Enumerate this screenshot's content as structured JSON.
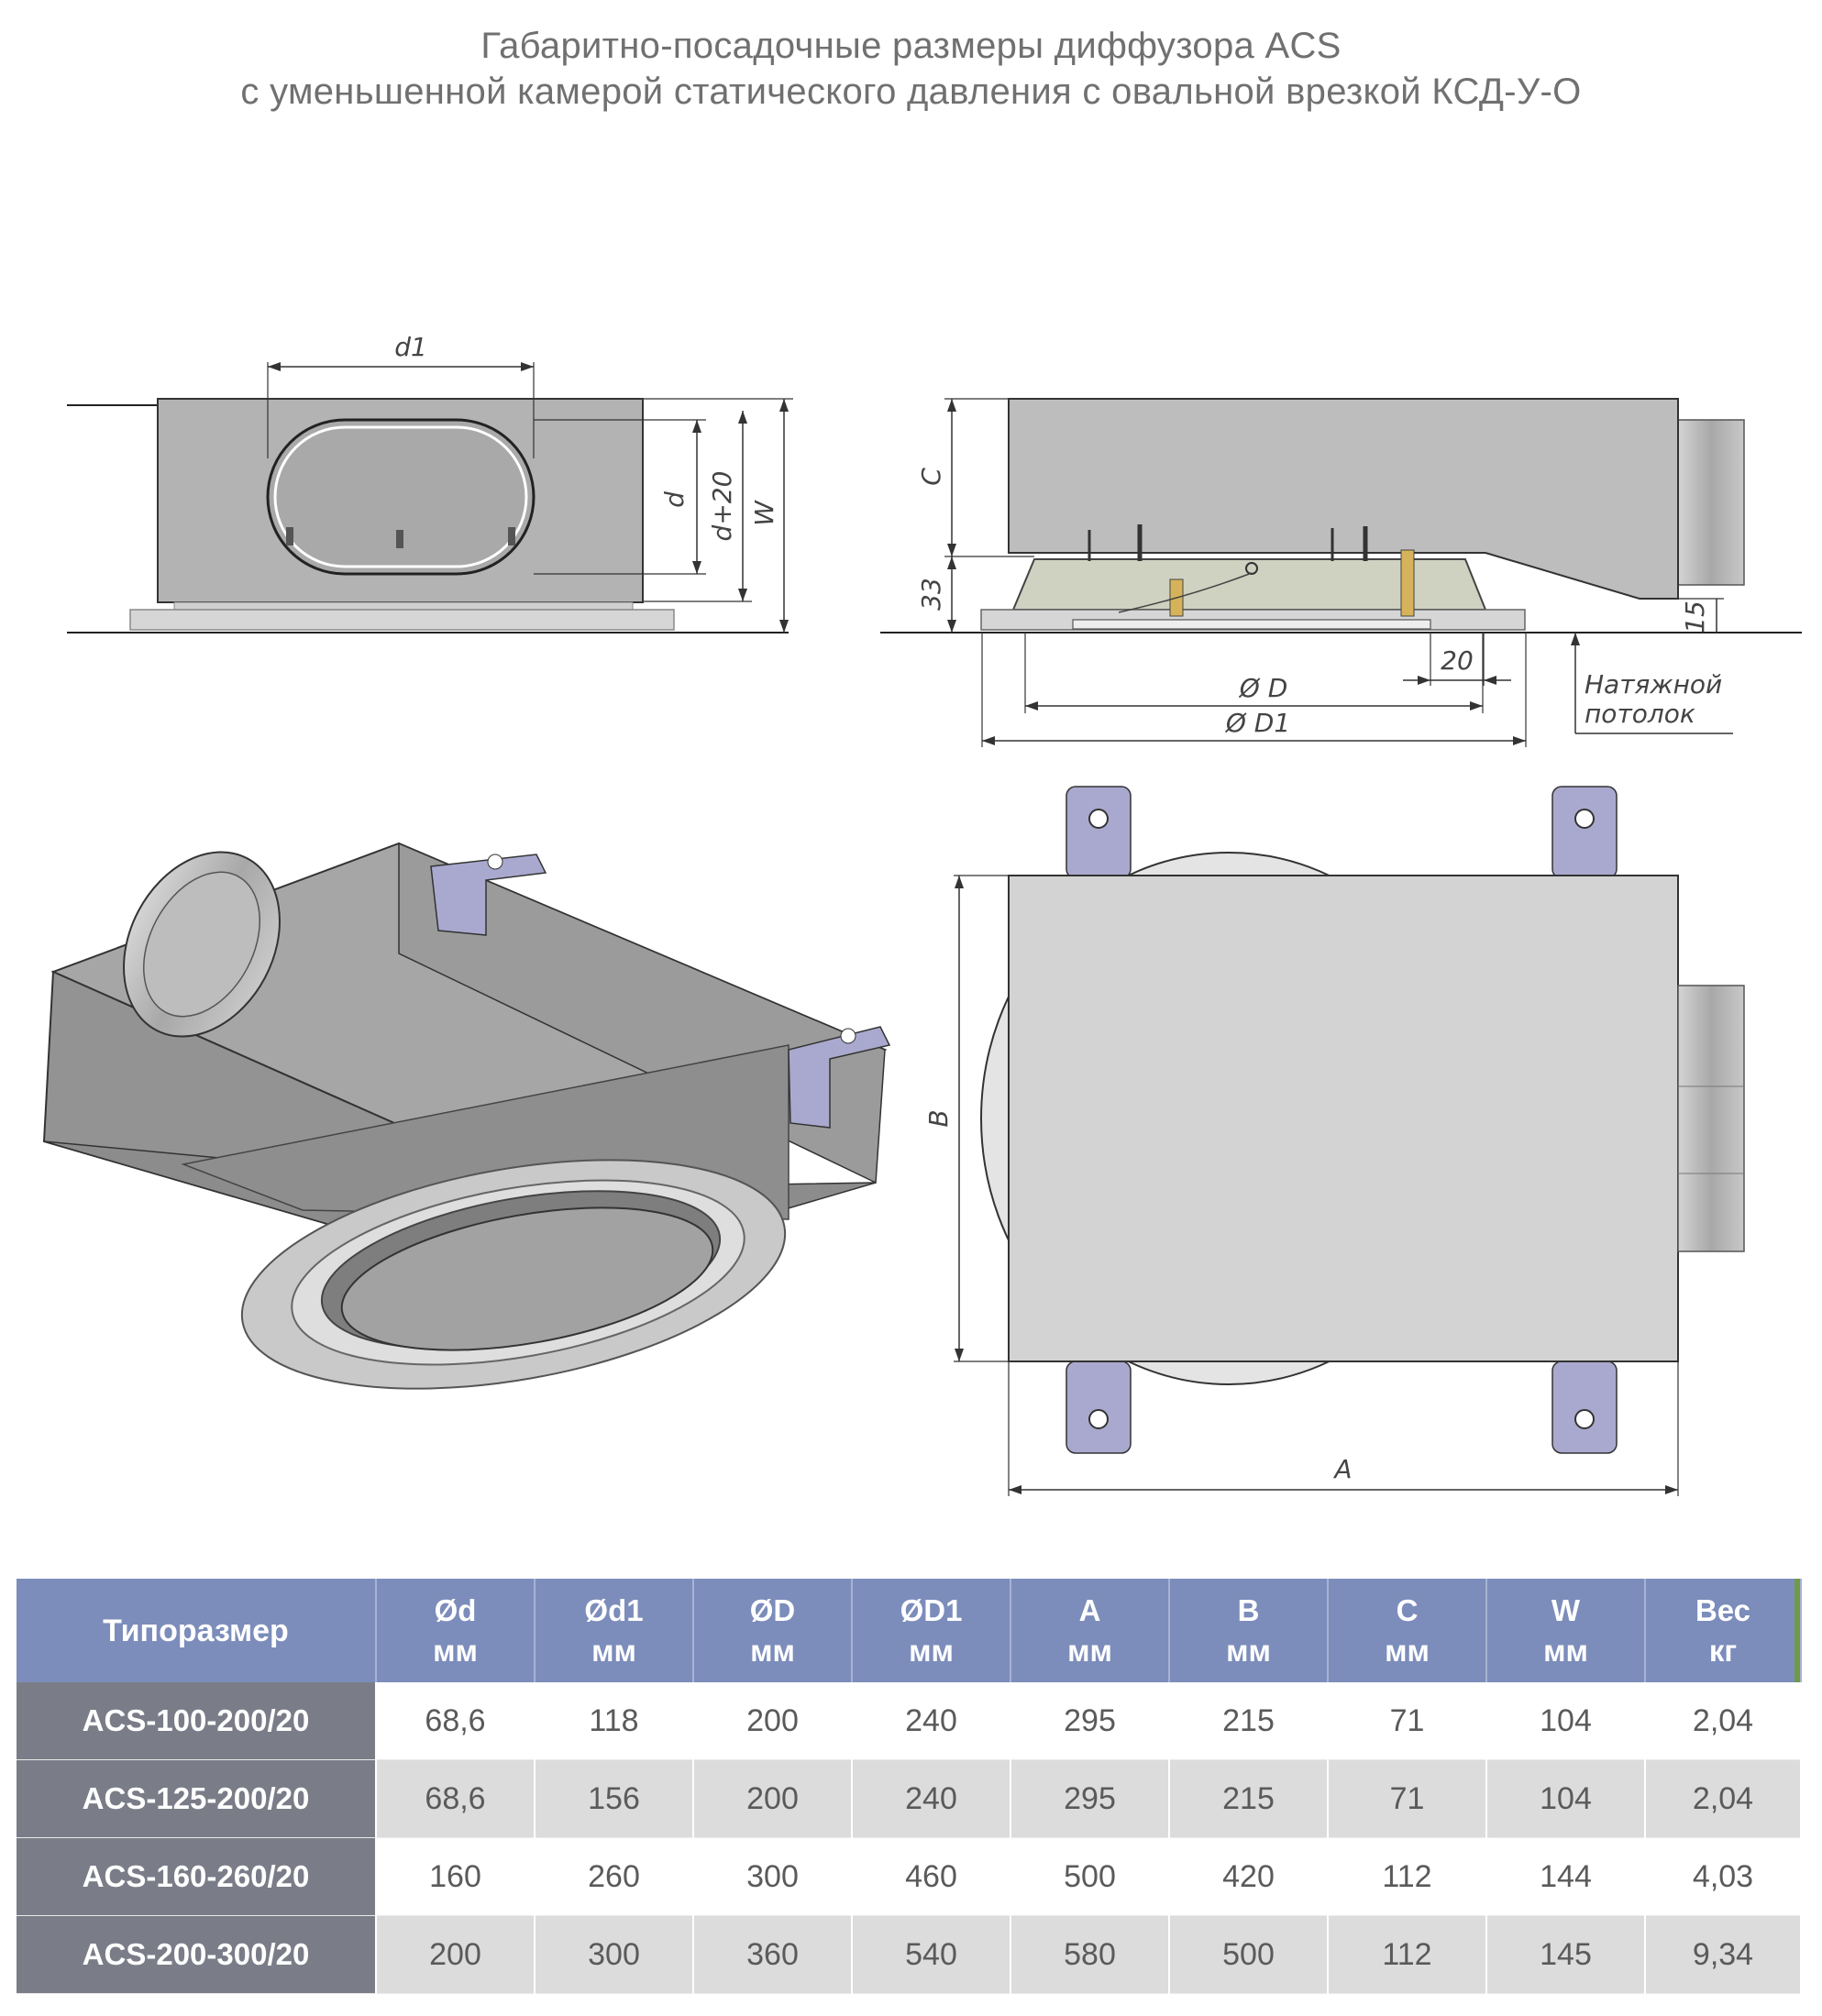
{
  "title": {
    "line1": "Габаритно-посадочные размеры диффузора ACS",
    "line2": "с уменьшенной камерой статического давления с овальной врезкой КСД-У-О"
  },
  "drawing_labels": {
    "d1": "d1",
    "d": "d",
    "d_plus_20": "d+20",
    "W": "W",
    "C": "C",
    "h33": "33",
    "h15": "15",
    "w20": "20",
    "D": "Ø D",
    "D1": "Ø D1",
    "ceiling_line1": "Натяжной",
    "ceiling_line2": "потолок",
    "B": "B",
    "A": "A"
  },
  "table": {
    "headers": [
      {
        "name": "Типоразмер",
        "unit": ""
      },
      {
        "name": "Ød",
        "unit": "мм"
      },
      {
        "name": "Ød1",
        "unit": "мм"
      },
      {
        "name": "ØD",
        "unit": "мм"
      },
      {
        "name": "ØD1",
        "unit": "мм"
      },
      {
        "name": "A",
        "unit": "мм"
      },
      {
        "name": "B",
        "unit": "мм"
      },
      {
        "name": "C",
        "unit": "мм"
      },
      {
        "name": "W",
        "unit": "мм"
      },
      {
        "name": "Вес",
        "unit": "кг"
      }
    ],
    "rows": [
      [
        "ACS-100-200/20",
        "68,6",
        "118",
        "200",
        "240",
        "295",
        "215",
        "71",
        "104",
        "2,04"
      ],
      [
        "ACS-125-200/20",
        "68,6",
        "156",
        "200",
        "240",
        "295",
        "215",
        "71",
        "104",
        "2,04"
      ],
      [
        "ACS-160-260/20",
        "160",
        "260",
        "300",
        "460",
        "500",
        "420",
        "112",
        "144",
        "4,03"
      ],
      [
        "ACS-200-300/20",
        "200",
        "300",
        "360",
        "540",
        "580",
        "500",
        "112",
        "145",
        "9,34"
      ]
    ]
  },
  "colors": {
    "header_bg": "#7c8dbb",
    "model_bg": "#7a7d88",
    "body_gray": "#b5b5b5",
    "bracket": "#a9a9cf"
  }
}
